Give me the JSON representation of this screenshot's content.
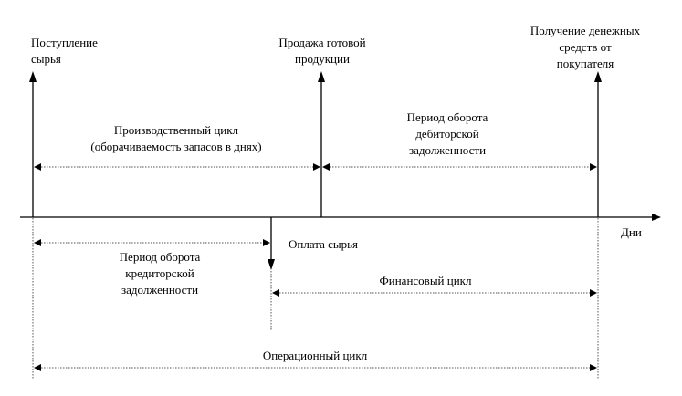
{
  "events": {
    "raw_material_receipt": [
      "Поступление",
      "сырья"
    ],
    "sale_of_goods": [
      "Продажа готовой",
      "продукции"
    ],
    "cash_receipt": [
      "Получение денежных",
      "средств от",
      "покупателя"
    ],
    "raw_material_payment": "Оплата сырья"
  },
  "axis_label": "Дни",
  "periods": {
    "production_cycle": [
      "Производственный цикл",
      "(оборачиваемость запасов в днях)"
    ],
    "receivables_period": [
      "Период оборота",
      "дебиторской",
      "задолженности"
    ],
    "payables_period": [
      "Период оборота",
      "кредиторской",
      "задолженности"
    ],
    "financial_cycle": "Финансовый цикл",
    "operating_cycle": "Операционный цикл"
  }
}
